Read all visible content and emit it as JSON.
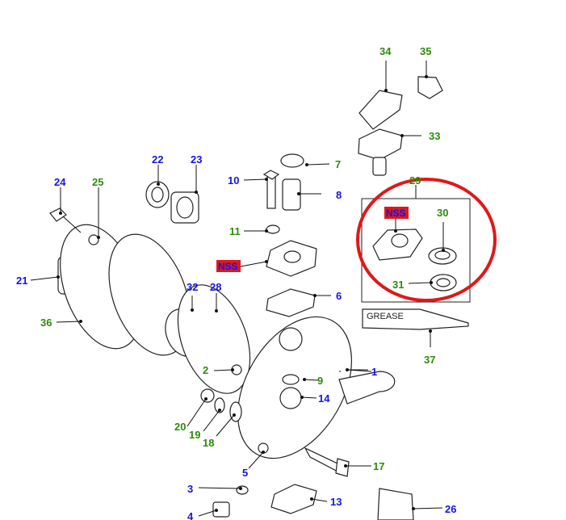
{
  "diagram": {
    "callouts": [
      {
        "id": "1",
        "number": "1",
        "color": "blue"
      },
      {
        "id": "2",
        "number": "2",
        "color": "green"
      },
      {
        "id": "3",
        "number": "3",
        "color": "blue"
      },
      {
        "id": "4",
        "number": "4",
        "color": "blue"
      },
      {
        "id": "5",
        "number": "5",
        "color": "blue"
      },
      {
        "id": "6",
        "number": "6",
        "color": "blue"
      },
      {
        "id": "7",
        "number": "7",
        "color": "green"
      },
      {
        "id": "8",
        "number": "8",
        "color": "blue"
      },
      {
        "id": "9",
        "number": "9",
        "color": "green"
      },
      {
        "id": "10",
        "number": "10",
        "color": "blue"
      },
      {
        "id": "11",
        "number": "11",
        "color": "green"
      },
      {
        "id": "13",
        "number": "13",
        "color": "blue"
      },
      {
        "id": "14",
        "number": "14",
        "color": "blue"
      },
      {
        "id": "17",
        "number": "17",
        "color": "green"
      },
      {
        "id": "18",
        "number": "18",
        "color": "green"
      },
      {
        "id": "19",
        "number": "19",
        "color": "green"
      },
      {
        "id": "20",
        "number": "20",
        "color": "green"
      },
      {
        "id": "21",
        "number": "21",
        "color": "blue"
      },
      {
        "id": "22",
        "number": "22",
        "color": "blue"
      },
      {
        "id": "23",
        "number": "23",
        "color": "blue"
      },
      {
        "id": "24",
        "number": "24",
        "color": "blue"
      },
      {
        "id": "25",
        "number": "25",
        "color": "green"
      },
      {
        "id": "26",
        "number": "26",
        "color": "blue"
      },
      {
        "id": "28",
        "number": "28",
        "color": "blue"
      },
      {
        "id": "29",
        "number": "29",
        "color": "green"
      },
      {
        "id": "30",
        "number": "30",
        "color": "green"
      },
      {
        "id": "31",
        "number": "31",
        "color": "green"
      },
      {
        "id": "32",
        "number": "32",
        "color": "blue"
      },
      {
        "id": "33",
        "number": "33",
        "color": "green"
      },
      {
        "id": "34",
        "number": "34",
        "color": "green"
      },
      {
        "id": "35",
        "number": "35",
        "color": "green"
      },
      {
        "id": "36",
        "number": "36",
        "color": "green"
      },
      {
        "id": "37",
        "number": "37",
        "color": "green"
      }
    ],
    "nss_labels": [
      "NSS",
      "NSS"
    ],
    "grease_label": "GREASE",
    "colors": {
      "blue": "#1414e6",
      "green": "#2f8a0a",
      "highlight_circle": "#e01818",
      "nss_bg": "#e01818"
    }
  }
}
